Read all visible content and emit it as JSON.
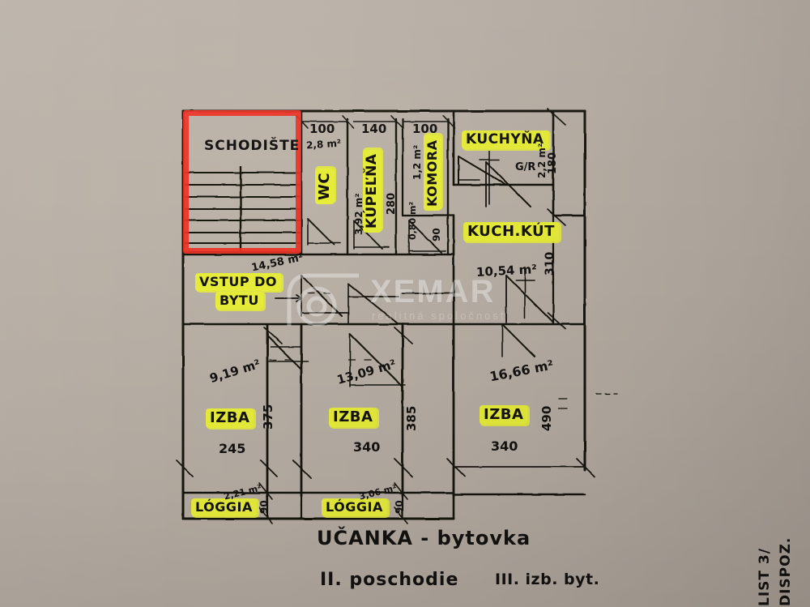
{
  "document": {
    "type": "hand-drawn apartment floor plan photograph",
    "paper_color": "#b5aca2",
    "ink_color": "#141210",
    "highlighter_color": "#e9ef3a",
    "red_marker_color": "#ef3124"
  },
  "watermark": {
    "brand": "XEMAR",
    "tagline": "realitná spoločnosť"
  },
  "caption": {
    "line1": "UČANKA  - bytovka",
    "line2": "II. poschodie",
    "line3": "III. izb. byt."
  },
  "margin_note": {
    "line1": "DISPOZ.",
    "line2": "LIST 3/"
  },
  "rooms": [
    {
      "id": "schodiste",
      "label": "SCHODIŠTE",
      "area": "",
      "highlighted": true,
      "red_outline": true
    },
    {
      "id": "wc",
      "label": "WC",
      "area": "2,8 m²",
      "highlighted": true,
      "red_outline": false
    },
    {
      "id": "kupelna",
      "label": "KÚPEĽŇA",
      "area": "3,92 m²",
      "highlighted": true,
      "red_outline": false
    },
    {
      "id": "komora",
      "label": "KOMORA",
      "area": "1,2 m²",
      "highlighted": true,
      "red_outline": false
    },
    {
      "id": "kuchyna",
      "label": "KUCHYŇA",
      "area": "2,2 m²",
      "highlighted": true,
      "red_outline": false
    },
    {
      "id": "kuch-kut",
      "label": "KUCH.KÚT",
      "area": "10,54 m²",
      "highlighted": true,
      "red_outline": false
    },
    {
      "id": "vstup",
      "label": "VSTUP DO BYTU",
      "area": "14,58 m²",
      "highlighted": true,
      "red_outline": false
    },
    {
      "id": "izba-1",
      "label": "IZBA",
      "area": "9,19 m²",
      "highlighted": true,
      "red_outline": false
    },
    {
      "id": "izba-2",
      "label": "IZBA",
      "area": "13,09 m²",
      "highlighted": true,
      "red_outline": false
    },
    {
      "id": "izba-3",
      "label": "IZBA",
      "area": "16,66 m²",
      "highlighted": true,
      "red_outline": false
    },
    {
      "id": "loggia-1",
      "label": "LÓGGIA",
      "area": "2,21 m²",
      "highlighted": true,
      "red_outline": false
    },
    {
      "id": "loggia-2",
      "label": "LÓGGIA",
      "area": "3,06 m²",
      "highlighted": true,
      "red_outline": false
    }
  ],
  "labels": {
    "schodiste": "SCHODIŠTE",
    "wc": "WC",
    "wc_area": "2,8 m²",
    "kupelna": "KÚPEĽŇA",
    "kupelna_area": "3,92 m²",
    "kupelna_width": "280",
    "komora": "KOMORA",
    "komora_area": "1,2 m²",
    "komora_sub_area": "0,80 m²",
    "komora_sub_width": "90",
    "kuchyna": "KUCHYŇA",
    "kuchyna_area": "2,2 m²",
    "kuchyna_height": "180",
    "gr": "G/R",
    "kuch_kut": "KUCH.KÚT",
    "kuch_kut_area": "10,54 m²",
    "kuch_kut_height": "310",
    "vstup": "VSTUP DO",
    "vstup2": "BYTU",
    "vstup_area": "14,58 m²",
    "izba1": "IZBA",
    "izba1_area": "9,19 m²",
    "izba1_width": "245",
    "izba1_height": "375",
    "izba2": "IZBA",
    "izba2_area": "13,09 m²",
    "izba2_width": "340",
    "izba2_height": "385",
    "izba3": "IZBA",
    "izba3_area": "16,66 m²",
    "izba3_width": "340",
    "izba3_height": "490",
    "loggia1": "LÓGGIA",
    "loggia1_area": "2,21 m²",
    "loggia1_depth": "90",
    "loggia2": "LÓGGIA",
    "loggia2_area": "3,06 m²",
    "loggia2_depth": "90"
  },
  "top_dimensions": [
    {
      "value": "100"
    },
    {
      "value": "140"
    },
    {
      "value": "100"
    }
  ]
}
